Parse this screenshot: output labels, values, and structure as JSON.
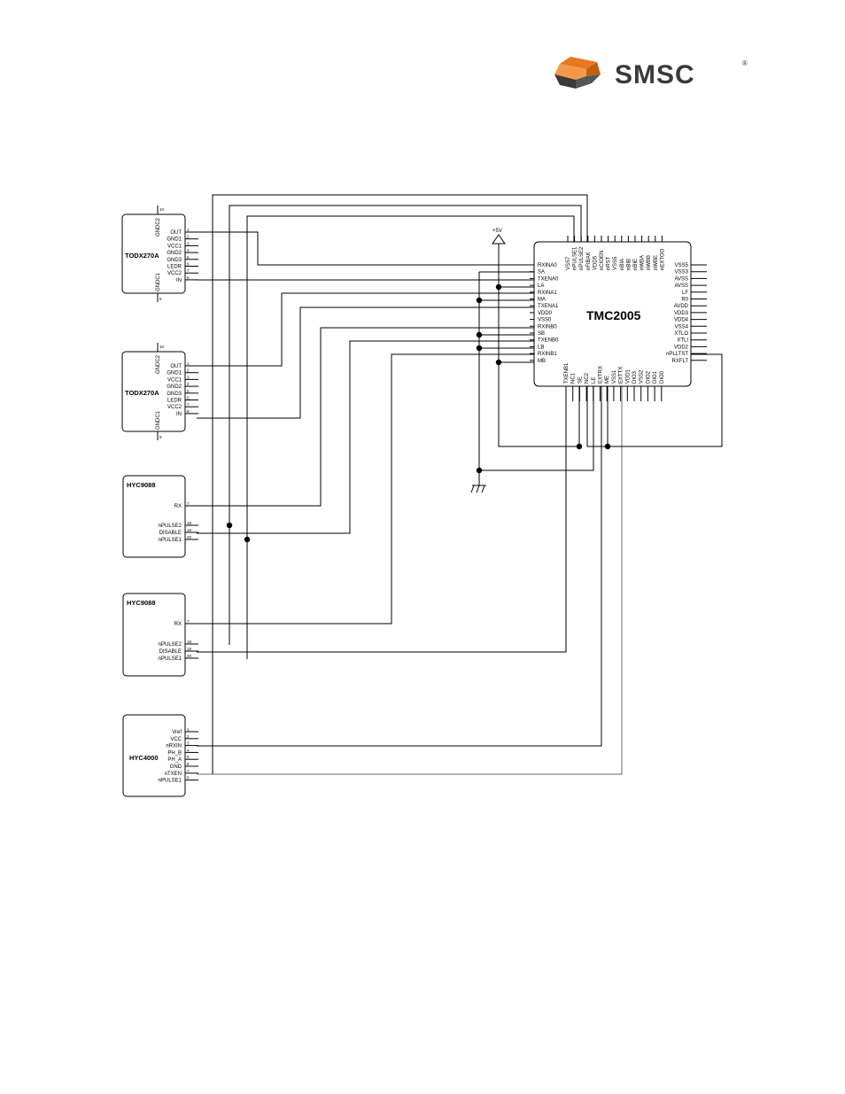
{
  "logo": {
    "text": "SMSC",
    "registered": "®",
    "accent": "#e87722",
    "mark_dark": "#3a3a3a"
  },
  "chip": {
    "name": "TMC2005",
    "left_pins": [
      "RXINA0",
      "SA",
      "TXENA0",
      "LA",
      "RXINA1",
      "MA",
      "TXENA1",
      "VDD0",
      "VSS0",
      "RXINB0",
      "SB",
      "TXENB0",
      "LB",
      "RXINB1",
      "MB"
    ],
    "top_pins": [
      "VSS7",
      "nPULSE1",
      "nPULSE2",
      "nFIBAK",
      "VDD5",
      "nCIOEN",
      "nRST",
      "VSS5",
      "nBIA",
      "nBIB",
      "nBIE",
      "nWBA",
      "nWBB",
      "nWBE",
      "nEXTOO"
    ],
    "right_pins": [
      "VSS5",
      "VSS3",
      "AVSS",
      "AVSS",
      "LF",
      "R0",
      "AVDD",
      "VDD3",
      "VDD4",
      "VSS4",
      "XTLO",
      "XTLI",
      "VDD2",
      "nPLLTST",
      "RXFLT"
    ],
    "bottom_pins": [
      "TXENB1",
      "NC1",
      "SE",
      "NC2",
      "LE",
      "EXTRX",
      "ME",
      "VSS1",
      "EXTTX",
      "VDD1",
      "DIO3",
      "VSS2",
      "DIO2",
      "DIO1",
      "DIO0"
    ]
  },
  "todx": [
    {
      "name": "TODX270A",
      "top_label": "GNDC2",
      "bottom_label": "GNDC1",
      "top_num": "10",
      "bottom_num": "9",
      "pins": [
        {
          "label": "OUT",
          "num": "1"
        },
        {
          "label": "GND1",
          "num": "2"
        },
        {
          "label": "VCC1",
          "num": "3"
        },
        {
          "label": "GND2",
          "num": "4"
        },
        {
          "label": "GND3",
          "num": "5"
        },
        {
          "label": "LEDR",
          "num": "6"
        },
        {
          "label": "VCC2",
          "num": "7"
        },
        {
          "label": "IN",
          "num": "8"
        }
      ]
    },
    {
      "name": "TODX270A",
      "top_label": "GNDC2",
      "bottom_label": "GNDC1",
      "top_num": "10",
      "bottom_num": "9",
      "pins": [
        {
          "label": "OUT",
          "num": "1"
        },
        {
          "label": "GND1",
          "num": "2"
        },
        {
          "label": "VCC1",
          "num": "3"
        },
        {
          "label": "GND2",
          "num": "4"
        },
        {
          "label": "GND3",
          "num": "5"
        },
        {
          "label": "LEDR",
          "num": "6"
        },
        {
          "label": "VCC2",
          "num": "7"
        },
        {
          "label": "IN",
          "num": "8"
        }
      ]
    }
  ],
  "hyc9088": [
    {
      "name": "HYC9088",
      "pins": [
        {
          "label": "RX",
          "num": "7"
        },
        {
          "label": "nPULSE2",
          "num": "18"
        },
        {
          "label": "DISABLE",
          "num": "19"
        },
        {
          "label": "nPULSE1",
          "num": "20"
        }
      ]
    },
    {
      "name": "HYC9088",
      "pins": [
        {
          "label": "RX",
          "num": "7"
        },
        {
          "label": "nPULSE2",
          "num": "18"
        },
        {
          "label": "DISABLE",
          "num": "19"
        },
        {
          "label": "nPULSE1",
          "num": "20"
        }
      ]
    }
  ],
  "hyc4000": {
    "name": "HYC4000",
    "pins": [
      {
        "label": "Vref",
        "num": "1"
      },
      {
        "label": "VCC",
        "num": "2"
      },
      {
        "label": "nRXIN",
        "num": "3"
      },
      {
        "label": "PH_B",
        "num": "4"
      },
      {
        "label": "PH_A",
        "num": "5"
      },
      {
        "label": "GND",
        "num": "6"
      },
      {
        "label": "nTXEN",
        "num": "7"
      },
      {
        "label": "nPULSE1",
        "num": "8"
      }
    ]
  },
  "supply_label": "+5V"
}
